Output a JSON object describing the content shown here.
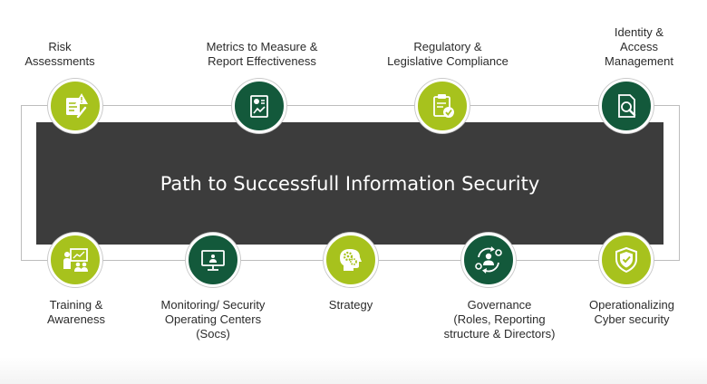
{
  "banner": {
    "title": "Path to Successfull Information Security"
  },
  "top_items": [
    {
      "label": "Risk\nAssessments",
      "icon": "risk-document-icon",
      "color": "#a7c21d"
    },
    {
      "label": "Metrics to Measure &\nReport Effectiveness",
      "icon": "report-chart-icon",
      "color": "#13593b"
    },
    {
      "label": "Regulatory  &\nLegislative Compliance",
      "icon": "clipboard-check-icon",
      "color": "#a7c21d"
    },
    {
      "label": "Identity  &\nAccess\nManagement",
      "icon": "document-search-icon",
      "color": "#13593b"
    }
  ],
  "bottom_items": [
    {
      "label": "Training &\nAwareness",
      "icon": "presentation-icon",
      "color": "#a7c21d"
    },
    {
      "label": "Monitoring/ Security\nOperating Centers\n(Socs)",
      "icon": "monitor-icon",
      "color": "#13593b"
    },
    {
      "label": "Strategy",
      "icon": "head-gears-icon",
      "color": "#a7c21d"
    },
    {
      "label": "Governance\n(Roles, Reporting\nstructure  & Directors)",
      "icon": "person-cycle-icon",
      "color": "#13593b"
    },
    {
      "label": "Operationalizing\nCyber security",
      "icon": "shield-check-icon",
      "color": "#a7c21d"
    }
  ]
}
